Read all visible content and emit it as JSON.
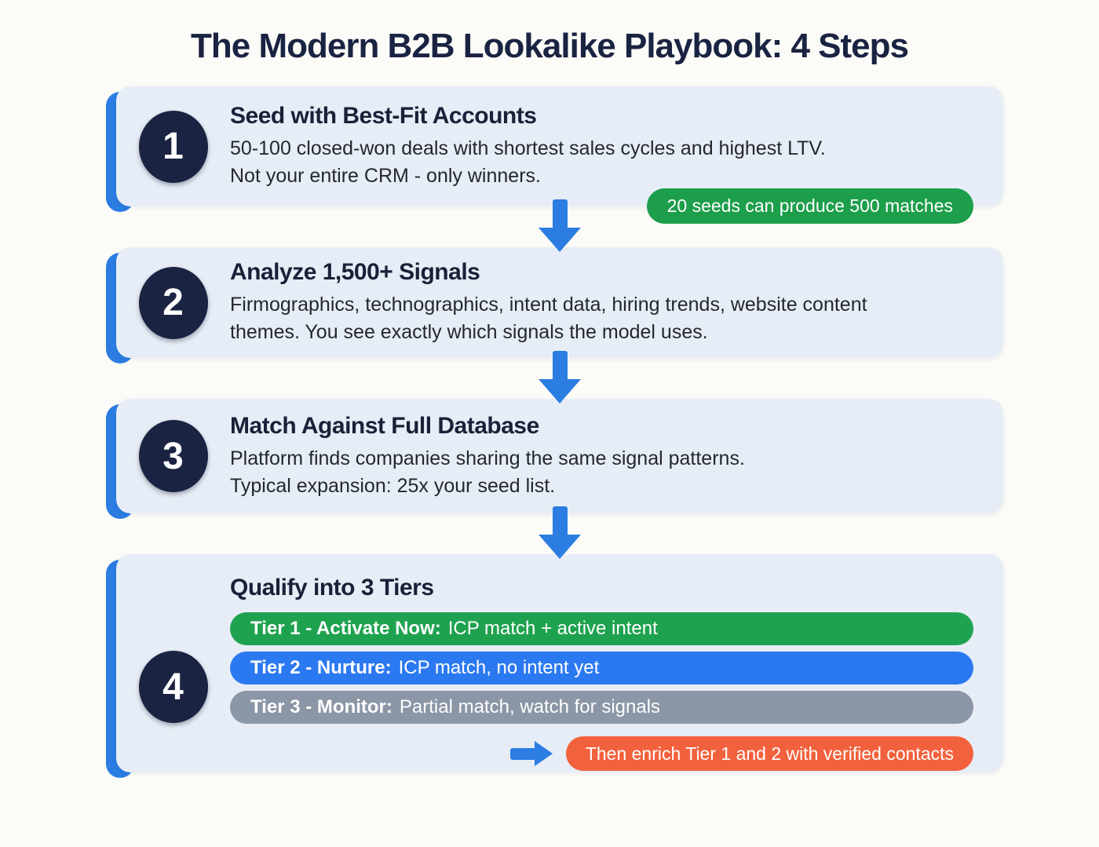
{
  "title": "The Modern B2B Lookalike Playbook: 4 Steps",
  "colors": {
    "accent_blue": "#2b7de2",
    "navy_circle": "#1a2442",
    "card_background": "#e7edf6",
    "badge_green": "#1d9e4b",
    "tier1_green": "#1fa24f",
    "tier2_blue": "#2b79f0",
    "tier3_gray": "#8b96a6",
    "note_orange": "#f2613d"
  },
  "steps": [
    {
      "number": "1",
      "heading": "Seed with Best-Fit Accounts",
      "body": [
        "50-100 closed-won deals with shortest sales cycles and highest LTV.",
        "Not your entire CRM - only winners."
      ],
      "badge": "20 seeds can produce 500 matches"
    },
    {
      "number": "2",
      "heading": "Analyze 1,500+ Signals",
      "body": [
        "Firmographics, technographics, intent data, hiring trends, website content",
        "themes. You see exactly which signals the model uses."
      ]
    },
    {
      "number": "3",
      "heading": "Match Against Full Database",
      "body": [
        "Platform finds companies sharing the same signal patterns.",
        "Typical expansion: 25x your seed list."
      ]
    },
    {
      "number": "4",
      "heading": "Qualify into 3 Tiers",
      "tiers": [
        {
          "label": "Tier 1 - Activate Now:",
          "text": "ICP match + active intent",
          "color": "#1fa24f"
        },
        {
          "label": "Tier 2 - Nurture:",
          "text": "ICP match, no intent yet",
          "color": "#2b79f0"
        },
        {
          "label": "Tier 3 - Monitor:",
          "text": "Partial match, watch for signals",
          "color": "#8b96a6"
        }
      ],
      "note": "Then enrich Tier 1 and 2 with verified contacts",
      "note_color": "#f2613d"
    }
  ]
}
